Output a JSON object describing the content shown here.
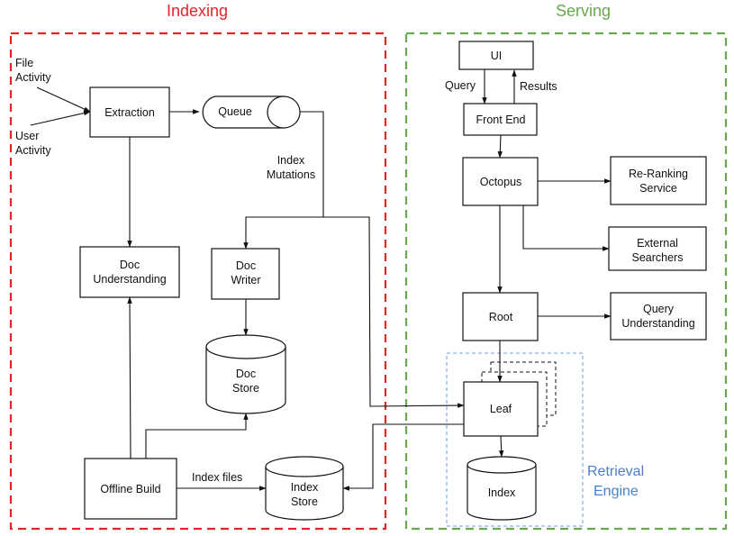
{
  "groups": {
    "indexing": {
      "title": "Indexing",
      "color": "#e3242b"
    },
    "serving": {
      "title": "Serving",
      "color": "#6aa84f"
    },
    "retrieval_engine": {
      "title_line1": "Retrieval",
      "title_line2": "Engine",
      "color": "#4a7fc9"
    }
  },
  "inputs": {
    "file_activity": {
      "line1": "File",
      "line2": "Activity"
    },
    "user_activity": {
      "line1": "User",
      "line2": "Activity"
    }
  },
  "nodes": {
    "extraction": {
      "label": "Extraction"
    },
    "queue": {
      "label": "Queue"
    },
    "doc_understanding": {
      "line1": "Doc",
      "line2": "Understanding"
    },
    "doc_writer": {
      "line1": "Doc",
      "line2": "Writer"
    },
    "doc_store": {
      "line1": "Doc",
      "line2": "Store"
    },
    "offline_build": {
      "label": "Offline Build"
    },
    "index_store": {
      "line1": "Index",
      "line2": "Store"
    },
    "ui": {
      "label": "UI"
    },
    "front_end": {
      "label": "Front End"
    },
    "octopus": {
      "label": "Octopus"
    },
    "re_ranking": {
      "line1": "Re-Ranking",
      "line2": "Service"
    },
    "external_searchers": {
      "line1": "External",
      "line2": "Searchers"
    },
    "root": {
      "label": "Root"
    },
    "query_understanding": {
      "line1": "Query",
      "line2": "Understanding"
    },
    "leaf": {
      "label": "Leaf"
    },
    "index": {
      "label": "Index"
    }
  },
  "edge_labels": {
    "index_mutations": {
      "line1": "Index",
      "line2": "Mutations"
    },
    "index_files": "Index files",
    "query": "Query",
    "results": "Results"
  }
}
